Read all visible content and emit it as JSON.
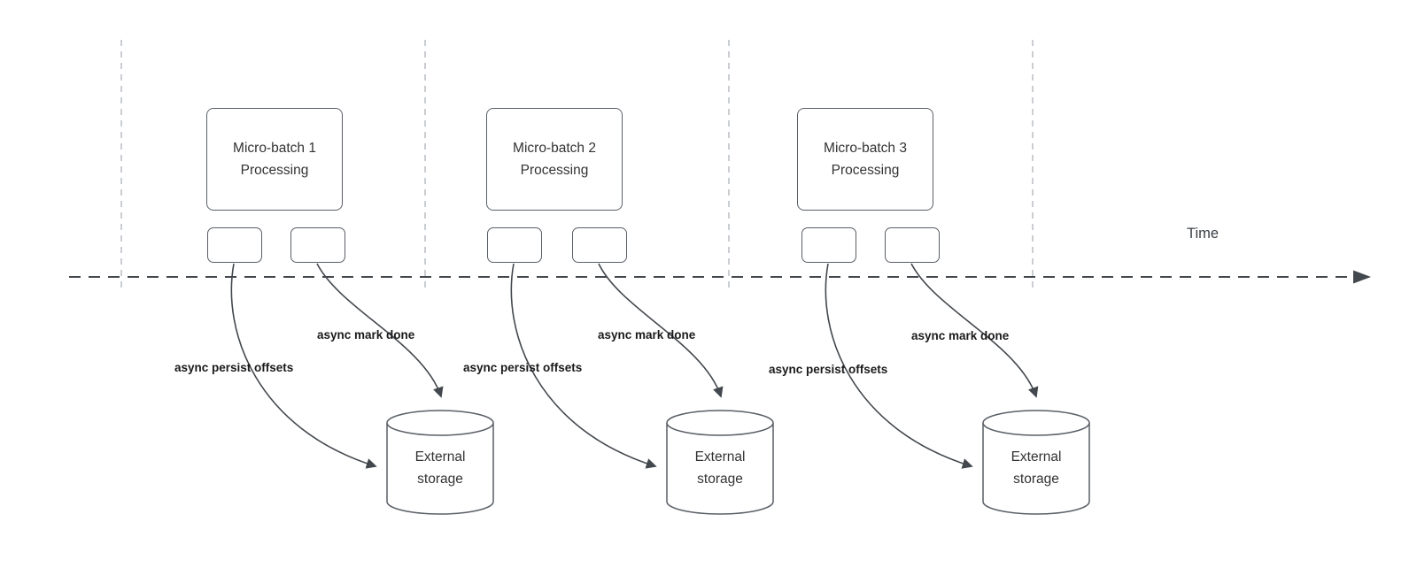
{
  "diagram": {
    "time_axis_label": "Time",
    "groups": [
      {
        "process_title": "Micro-batch 1",
        "process_subtitle": "Processing",
        "persist_arrow_label": "async persist offsets",
        "done_arrow_label": "async mark done",
        "storage_label": "External storage"
      },
      {
        "process_title": "Micro-batch 2",
        "process_subtitle": "Processing",
        "persist_arrow_label": "async persist offsets",
        "done_arrow_label": "async mark done",
        "storage_label": "External storage"
      },
      {
        "process_title": "Micro-batch 3",
        "process_subtitle": "Processing",
        "persist_arrow_label": "async persist offsets",
        "done_arrow_label": "async mark done",
        "storage_label": "External storage"
      }
    ],
    "colors": {
      "background": "#ffffff",
      "shape_stroke": "#595f66",
      "guide_line": "#b9bdc3",
      "timeline_stroke": "#43484e",
      "text": "#333333",
      "arrow_label_text": "#1a1a1a"
    }
  }
}
